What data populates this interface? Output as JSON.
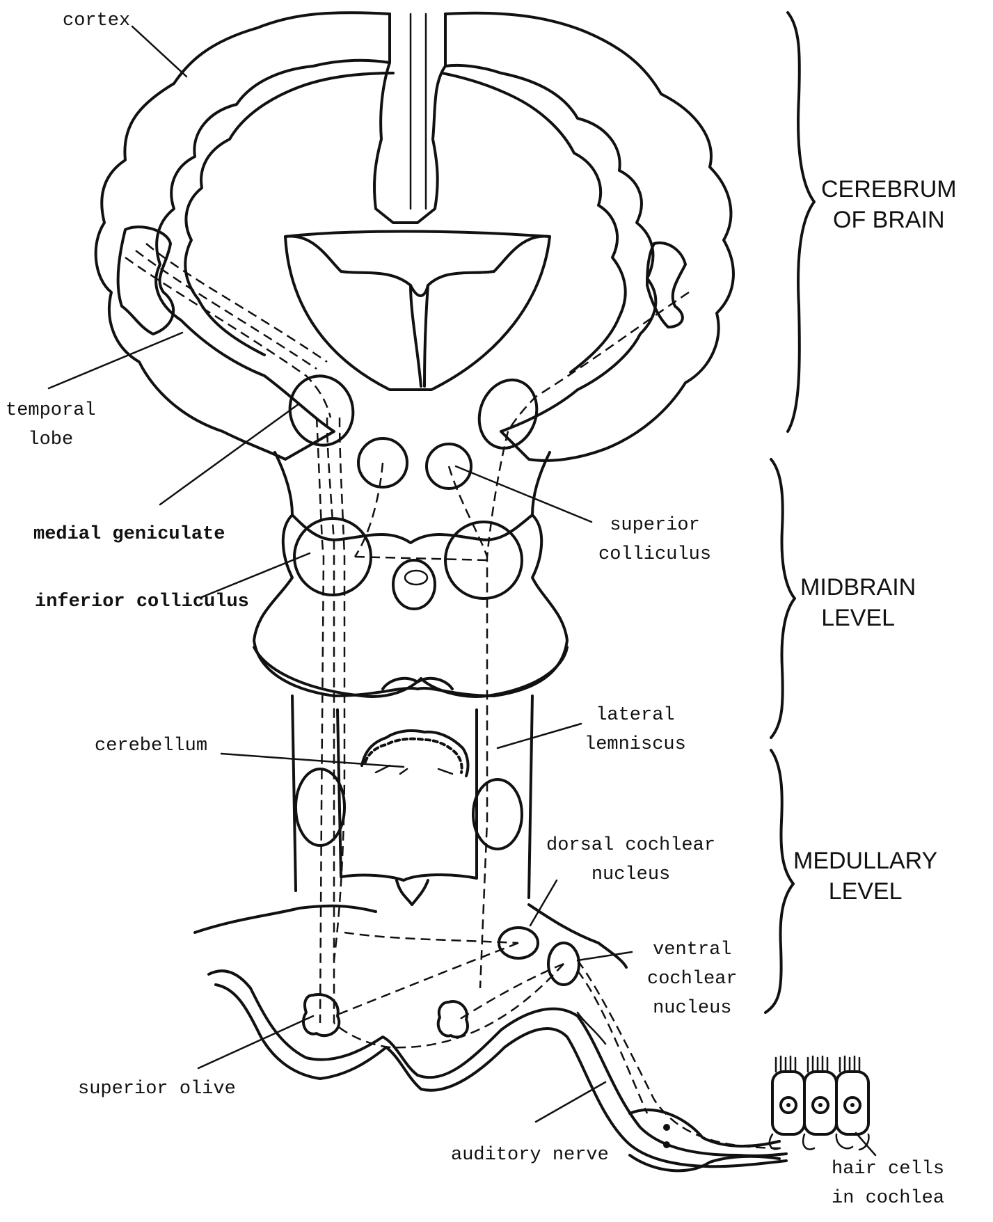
{
  "labels": {
    "cortex": "cortex",
    "temporal_lobe": "temporal\nlobe",
    "medial_geniculate": "medial geniculate",
    "inferior_colliculus": "inferior colliculus",
    "superior_colliculus": "superior\ncolliculus",
    "lateral_lemniscus": "lateral\nlemniscus",
    "cerebellum": "cerebellum",
    "dorsal_cochlear_nucleus": "dorsal cochlear\nnucleus",
    "ventral_cochlear_nucleus": "ventral\ncochlear\nnucleus",
    "superior_olive": "superior olive",
    "auditory_nerve": "auditory nerve",
    "hair_cells": "hair cells\nin cochlea"
  },
  "levels": {
    "cerebrum": "CEREBRUM\nOF BRAIN",
    "midbrain": "MIDBRAIN\nLEVEL",
    "medullary": "MEDULLARY\nLEVEL"
  },
  "colors": {
    "ink": "#111111",
    "background": "#ffffff"
  }
}
